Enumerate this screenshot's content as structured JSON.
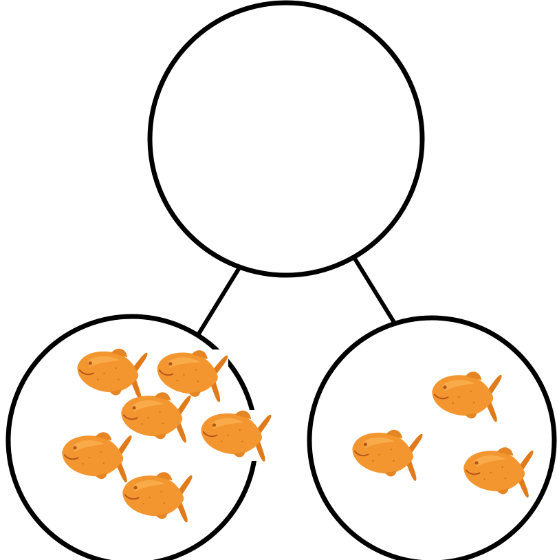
{
  "number_bond": {
    "whole": {
      "fish_count": null
    },
    "parts": [
      {
        "name": "left-part",
        "fish_count": 6
      },
      {
        "name": "right-part",
        "fish_count": 3
      }
    ]
  },
  "colors": {
    "outline": "#000000",
    "background": "#ffffff",
    "cracker_fill": "#f3962f",
    "cracker_shade": "#e07a1a",
    "cracker_highlight": "#f9b352",
    "cracker_detail": "#b5551a"
  },
  "icons": {
    "part_item": "goldfish-cracker-icon"
  }
}
